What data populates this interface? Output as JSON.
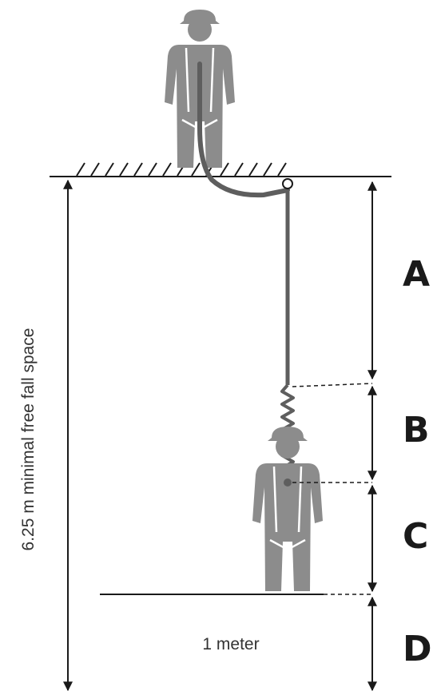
{
  "fall_space_label": "6.25 m minimal free fall space",
  "clearance_label": "1 meter",
  "segments": [
    {
      "label": "A"
    },
    {
      "label": "B"
    },
    {
      "label": "C"
    },
    {
      "label": "D"
    }
  ],
  "colors": {
    "figure": "#8c8c8c",
    "lanyard": "#5e5e5e",
    "lines": "#1a1a1a",
    "background": "#ffffff"
  }
}
